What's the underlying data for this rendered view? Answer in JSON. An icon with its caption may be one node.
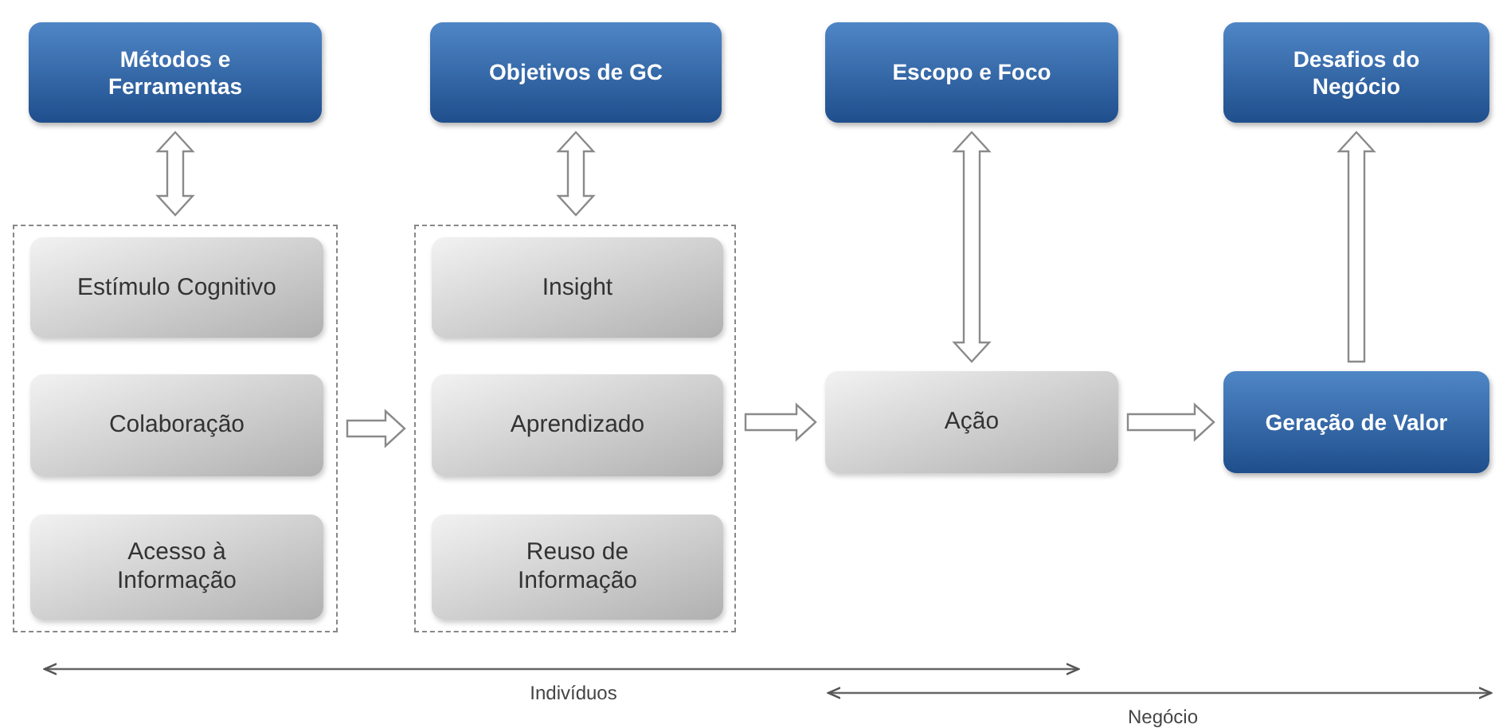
{
  "diagram": {
    "nodes": [
      {
        "text": [
          "Métodos e Ferramentas"
        ]
      },
      {
        "text": [
          "Objetivos de GC"
        ]
      },
      {
        "text": [
          "Escopo e Foco"
        ]
      },
      {
        "text": [
          "Desafios do Negócio"
        ]
      },
      {
        "text": [],
        "shape": "box"
      },
      {
        "text": [
          "Estímulo Cognitivo"
        ],
        "in": 4
      },
      {
        "text": [
          "Colaboração"
        ],
        "in": 4
      },
      {
        "text": [
          "Acesso à Informação"
        ],
        "in": 4
      },
      {
        "text": [],
        "shape": "box"
      },
      {
        "text": [
          "Insight"
        ],
        "in": 8
      },
      {
        "text": [
          "Aprendizado"
        ],
        "in": 8
      },
      {
        "text": [
          "Reuso de Informação"
        ],
        "in": 8
      },
      {
        "text": [
          "Ação"
        ]
      },
      {
        "text": [
          "Geração de Valor"
        ]
      }
    ],
    "edges": [
      {
        "from": 0,
        "to": 4,
        "arrow": "both"
      },
      {
        "from": 1,
        "to": 8,
        "arrow": "both"
      },
      {
        "from": 4,
        "to": 8,
        "arrow": "to"
      },
      {
        "from": 8,
        "to": 12,
        "arrow": "to"
      },
      {
        "from": 2,
        "to": 12,
        "arrow": "both"
      },
      {
        "from": 12,
        "to": 13,
        "arrow": "to"
      },
      {
        "from": 13,
        "to": 3,
        "arrow": "to"
      }
    ],
    "labels": [
      "Indivíduos",
      "Negócio"
    ]
  }
}
